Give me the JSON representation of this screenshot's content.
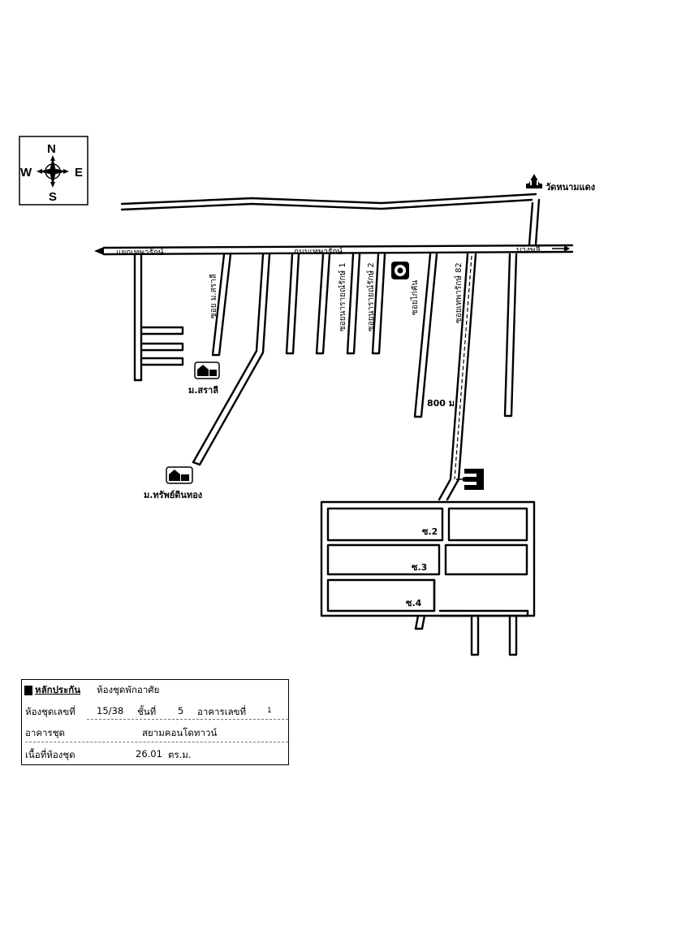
{
  "compass": {
    "n": "N",
    "s": "S",
    "e": "E",
    "w": "W"
  },
  "roads": {
    "main_left": "แยกเทพารักษ์",
    "main_center": "ถนนเทพารักษ์",
    "main_right": "บางพลี",
    "soi_sarali": "ซอย ม.สราลี",
    "soi_narai1": "ซอยนารายณ์รักษ์ 1",
    "soi_narai2": "ซอยนารายณ์รักษ์ 2",
    "soi_kingkan": "ซอยไก่คัน",
    "soi_theparak82": "ซอยเทพารักษ์ 82",
    "distance": "800 ม.",
    "soi2": "ซ.2",
    "soi3": "ซ.3",
    "soi4": "ซ.4"
  },
  "landmarks": {
    "temple": "วัดหนามแดง",
    "village_sarali": "ม.สราลี",
    "village_supdinthong": "ม.ทรัพย์ดินทอง"
  },
  "collateral": {
    "title": "หลักประกัน",
    "type": "ห้องชุดพักอาศัย",
    "unit_no_label": "ห้องชุดเลขที่",
    "unit_no": "15/38",
    "floor_label": "ชั้นที่",
    "floor": "5",
    "building_no_label": "อาคารเลขที่",
    "building_no": "1",
    "building_label": "อาคารชุด",
    "building_name": "สยามคอนโดทาวน์",
    "area_label": "เนื้อที่ห้องชุด",
    "area": "26.01",
    "area_unit": "ตร.ม."
  }
}
